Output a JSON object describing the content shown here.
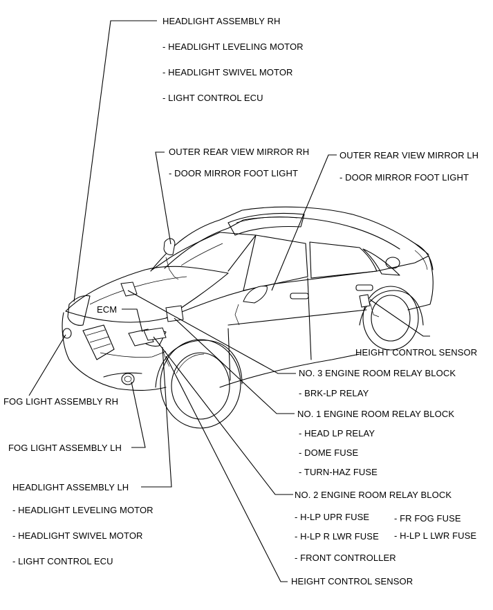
{
  "labels": {
    "headlight_rh": "HEADLIGHT ASSEMBLY RH",
    "headlight_rh_leveling": "- HEADLIGHT LEVELING MOTOR",
    "headlight_rh_swivel": "- HEADLIGHT SWIVEL MOTOR",
    "headlight_rh_ecu": "- LIGHT CONTROL ECU",
    "mirror_rh": "OUTER REAR VIEW MIRROR RH",
    "mirror_rh_foot": "- DOOR MIRROR FOOT LIGHT",
    "mirror_lh": "OUTER REAR VIEW MIRROR LH",
    "mirror_lh_foot": "- DOOR MIRROR FOOT LIGHT",
    "ecm": "ECM",
    "height_sensor_rear": "HEIGHT CONTROL SENSOR",
    "relay3": "NO. 3 ENGINE ROOM RELAY BLOCK",
    "relay3_brk": "- BRK-LP RELAY",
    "relay1": "NO. 1 ENGINE ROOM RELAY BLOCK",
    "relay1_head": "- HEAD LP RELAY",
    "relay1_dome": "- DOME FUSE",
    "relay1_turn": "- TURN-HAZ FUSE",
    "relay2": "NO. 2 ENGINE ROOM RELAY BLOCK",
    "relay2_hlp_upr": "- H-LP UPR FUSE",
    "relay2_fr_fog": "- FR FOG FUSE",
    "relay2_hlp_r_lwr": "- H-LP R LWR FUSE",
    "relay2_hlp_l_lwr": "- H-LP L LWR FUSE",
    "relay2_front_ctrl": "- FRONT CONTROLLER",
    "height_sensor_front": "HEIGHT CONTROL SENSOR",
    "fog_rh": "FOG LIGHT ASSEMBLY RH",
    "fog_lh": "FOG LIGHT ASSEMBLY LH",
    "headlight_lh": "HEADLIGHT ASSEMBLY LH",
    "headlight_lh_leveling": "- HEADLIGHT LEVELING MOTOR",
    "headlight_lh_swivel": "- HEADLIGHT SWIVEL MOTOR",
    "headlight_lh_ecu": "- LIGHT CONTROL ECU"
  }
}
